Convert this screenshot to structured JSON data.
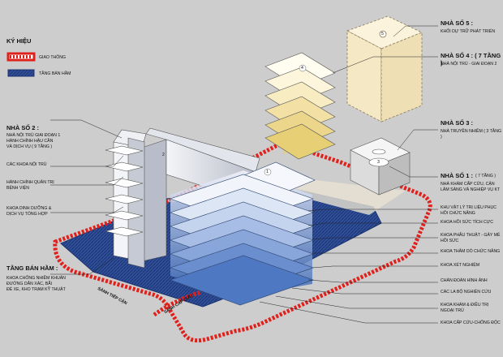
{
  "legend": {
    "title": "KÝ HIỆU",
    "traffic": "GIAO THÔNG",
    "basement": "TẦNG BÁN HẦM"
  },
  "left_labels": {
    "nha2_title": "NHÀ SỐ 2 :",
    "nha2_desc": [
      "NHÀ NỘI TRÚ GIAI ĐOẠN 1",
      "HÀNH CHÍNH HẬU CẦN",
      "VÀ DỊCH VỤ ( 9 TẦNG )"
    ],
    "items": [
      "CÁC KHOA NỘI TRÚ",
      "HÀNH CHÍNH QUẢN TRỊ BỆNH VIỆN",
      "KHOA DINH DƯỠNG & DỊCH VỤ TỔNG HỢP"
    ],
    "basement_title": "TẦNG BÁN HẦM :",
    "basement_desc": [
      "KHOA CHỐNG NHIỄM KHUẨN",
      "ĐƯỜNG DẪN XÁC, BÃI",
      "ĐỂ XE, KHO TRẠM KỸ THUẬT"
    ]
  },
  "right_labels": {
    "nha5_title": "NHÀ SỐ 5 :",
    "nha5_desc": "KHỐI DỰ TRỮ PHÁT TRIỂN",
    "nha4_title": "NHÀ SỐ 4 : ( 7 TẦNG )",
    "nha4_desc": "NHÀ NỘI TRÚ - GIAI ĐOẠN 2",
    "nha3_title": "NHÀ SỐ 3 :",
    "nha3_desc": "NHÀ TRUYỀN NHIỄM ( 3 TẦNG )",
    "nha1_title": "NHÀ SỐ 1 :",
    "nha1_floors": "( 7 TẦNG )",
    "nha1_desc": [
      "NHÀ KHÁM CẤP CỨU, CẬN",
      "LÂM SÀNG VÀ NGHIỆP VỤ KT"
    ],
    "items": [
      "KHU VẬT LÝ TRỊ LIỆU PHỤC HỒI CHỨC NĂNG",
      "KHOA HỒI SỨC TÍCH CỰC",
      "KHOA PHẪU THUẬT - GÂY MÊ HỒI SỨC",
      "KHOA THĂM DÒ CHỨC NĂNG",
      "KHOA XÉT NGHIỆM",
      "CHẨN ĐOÁN HÌNH ẢNH",
      "CÁC LA BỘ NGHIÊN CỨU",
      "KHOA KHÁM & ĐIỀU TRỊ NGOẠI TRÚ",
      "KHOA CẤP CỨU-CHỐNG ĐỘC"
    ]
  },
  "ground_labels": {
    "entrance1": "SẢNH TIẾP CẬN",
    "entrance2": "SẢNH CẤP CỨU"
  },
  "building_numbers": [
    "1",
    "2",
    "3",
    "4",
    "5"
  ],
  "colors": {
    "background": "#cdcdcd",
    "road_red": "#e0201b",
    "basement_blue": "#2f4f9a",
    "building1_top": "#f2f4fb",
    "building1_bottom": "#3c6ab8",
    "building4_top": "#fffbea",
    "building4_bottom": "#e8d27c",
    "building5": "#f7edd0",
    "building2": "#e8eaf0"
  }
}
